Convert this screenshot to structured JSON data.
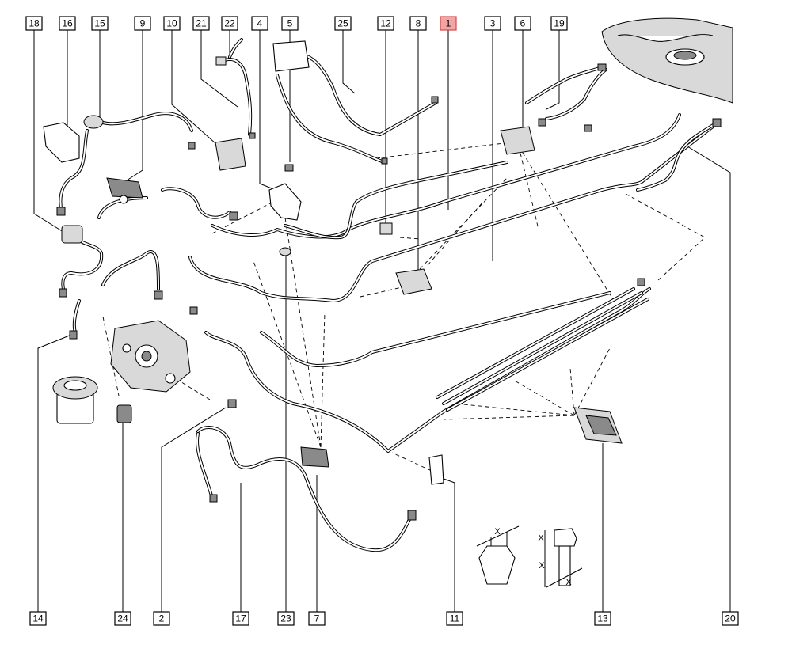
{
  "diagram": {
    "callouts_top": [
      {
        "id": "c18",
        "label": "18"
      },
      {
        "id": "c16",
        "label": "16"
      },
      {
        "id": "c15",
        "label": "15"
      },
      {
        "id": "c9",
        "label": "9"
      },
      {
        "id": "c10",
        "label": "10"
      },
      {
        "id": "c21",
        "label": "21"
      },
      {
        "id": "c22",
        "label": "22"
      },
      {
        "id": "c4",
        "label": "4"
      },
      {
        "id": "c5",
        "label": "5"
      },
      {
        "id": "c25",
        "label": "25"
      },
      {
        "id": "c12",
        "label": "12"
      },
      {
        "id": "c8",
        "label": "8"
      },
      {
        "id": "c1",
        "label": "1",
        "highlighted": true
      },
      {
        "id": "c3",
        "label": "3"
      },
      {
        "id": "c6",
        "label": "6"
      },
      {
        "id": "c19",
        "label": "19"
      }
    ],
    "callouts_bottom": [
      {
        "id": "c14",
        "label": "14"
      },
      {
        "id": "c24",
        "label": "24"
      },
      {
        "id": "c2",
        "label": "2"
      },
      {
        "id": "c17",
        "label": "17"
      },
      {
        "id": "c23",
        "label": "23"
      },
      {
        "id": "c7",
        "label": "7"
      },
      {
        "id": "c11",
        "label": "11"
      },
      {
        "id": "c13",
        "label": "13"
      },
      {
        "id": "c20",
        "label": "20"
      }
    ],
    "dimension_labels": {
      "nut_top": "X",
      "bolt_left_top": "X",
      "bolt_left_mid": "X",
      "bolt_bottom": "X"
    },
    "colors": {
      "line": "#000000",
      "highlight_fill": "#f3a5a5",
      "highlight_stroke": "#d24a4a"
    }
  }
}
